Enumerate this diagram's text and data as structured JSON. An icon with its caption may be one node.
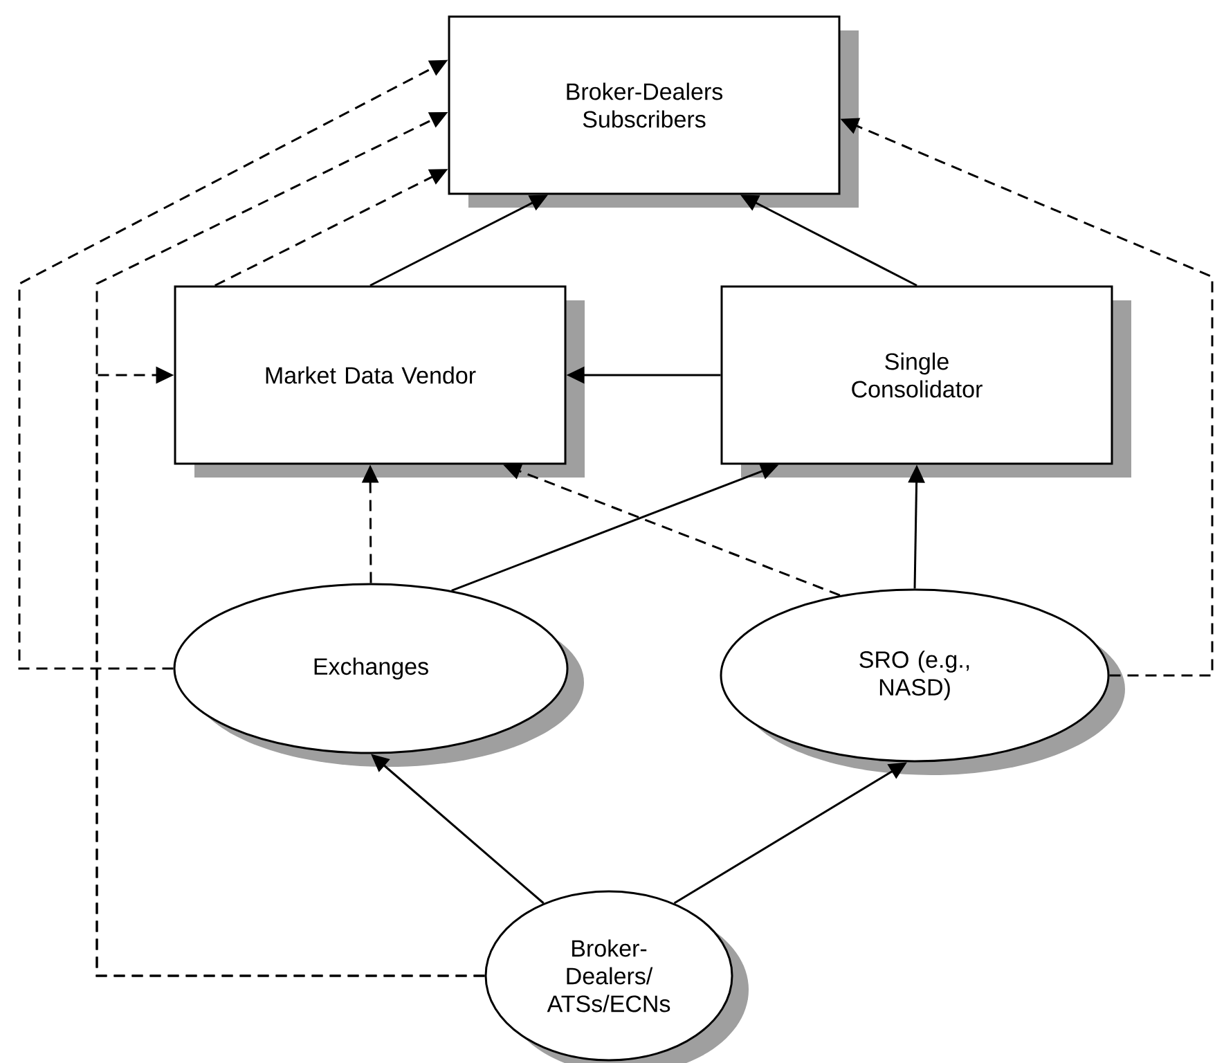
{
  "diagram": {
    "nodes": [
      {
        "text": [
          "Broker-Dealers Subscribers"
        ]
      },
      {
        "text": [
          "Market Data Vendor"
        ]
      },
      {
        "text": [
          "Single Consolidator"
        ]
      },
      {
        "text": [
          "Exchanges"
        ]
      },
      {
        "text": [
          "SRO (e.g., NASD)"
        ]
      },
      {
        "text": [
          "Broker- Dealers/ ATSs/ECNs"
        ]
      }
    ],
    "edges": [
      {
        "from": 1,
        "to": 0,
        "arrow": "to"
      },
      {
        "from": 2,
        "to": 0,
        "arrow": "to"
      },
      {
        "from": 2,
        "to": 1,
        "arrow": "to"
      },
      {
        "from": 3,
        "to": 1,
        "arrow": "to",
        "style": "dashed"
      },
      {
        "from": 3,
        "to": 2,
        "arrow": "to"
      },
      {
        "from": 4,
        "to": 1,
        "arrow": "to",
        "style": "dashed"
      },
      {
        "from": 4,
        "to": 2,
        "arrow": "to"
      },
      {
        "from": 5,
        "to": 3,
        "arrow": "to"
      },
      {
        "from": 5,
        "to": 4,
        "arrow": "to"
      },
      {
        "from": 3,
        "to": 0,
        "arrow": "to",
        "style": "dashed"
      },
      {
        "from": 5,
        "to": 0,
        "arrow": "to",
        "style": "dashed"
      },
      {
        "from": 5,
        "to": 1,
        "arrow": "to",
        "style": "dashed"
      },
      {
        "from": 1,
        "to": 0,
        "arrow": "to",
        "style": "dashed"
      },
      {
        "from": 4,
        "to": 0,
        "arrow": "to",
        "style": "dashed"
      }
    ]
  }
}
